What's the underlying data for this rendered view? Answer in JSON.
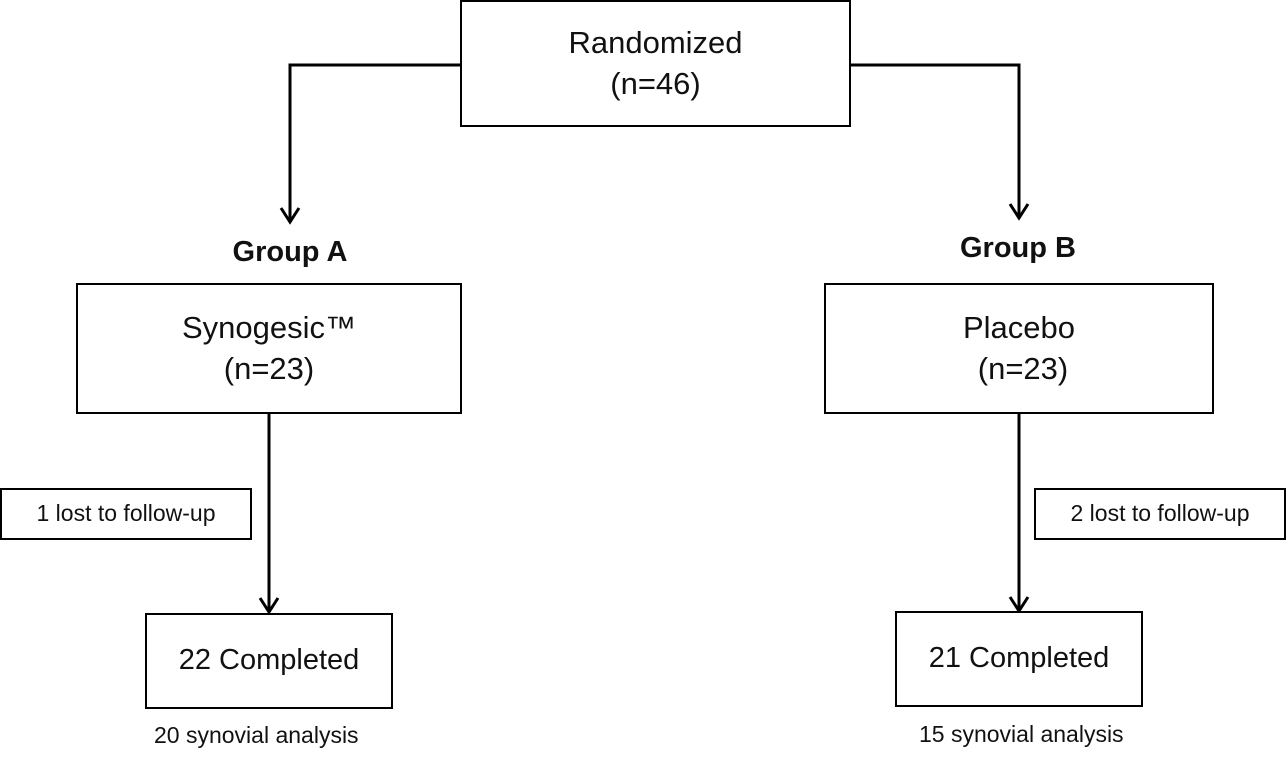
{
  "randomized": {
    "title": "Randomized",
    "count": "(n=46)"
  },
  "group_a": {
    "heading": "Group A",
    "arm": "Synogesic™",
    "count": "(n=23)",
    "lost": "1 lost to follow-up",
    "completed": "22 Completed",
    "analysis": "20 synovial analysis"
  },
  "group_b": {
    "heading": "Group B",
    "arm": "Placebo",
    "count": "(n=23)",
    "lost": "2 lost to follow-up",
    "completed": "21 Completed",
    "analysis": "15 synovial analysis"
  },
  "colors": {
    "line": "#000000",
    "text": "#111111"
  }
}
